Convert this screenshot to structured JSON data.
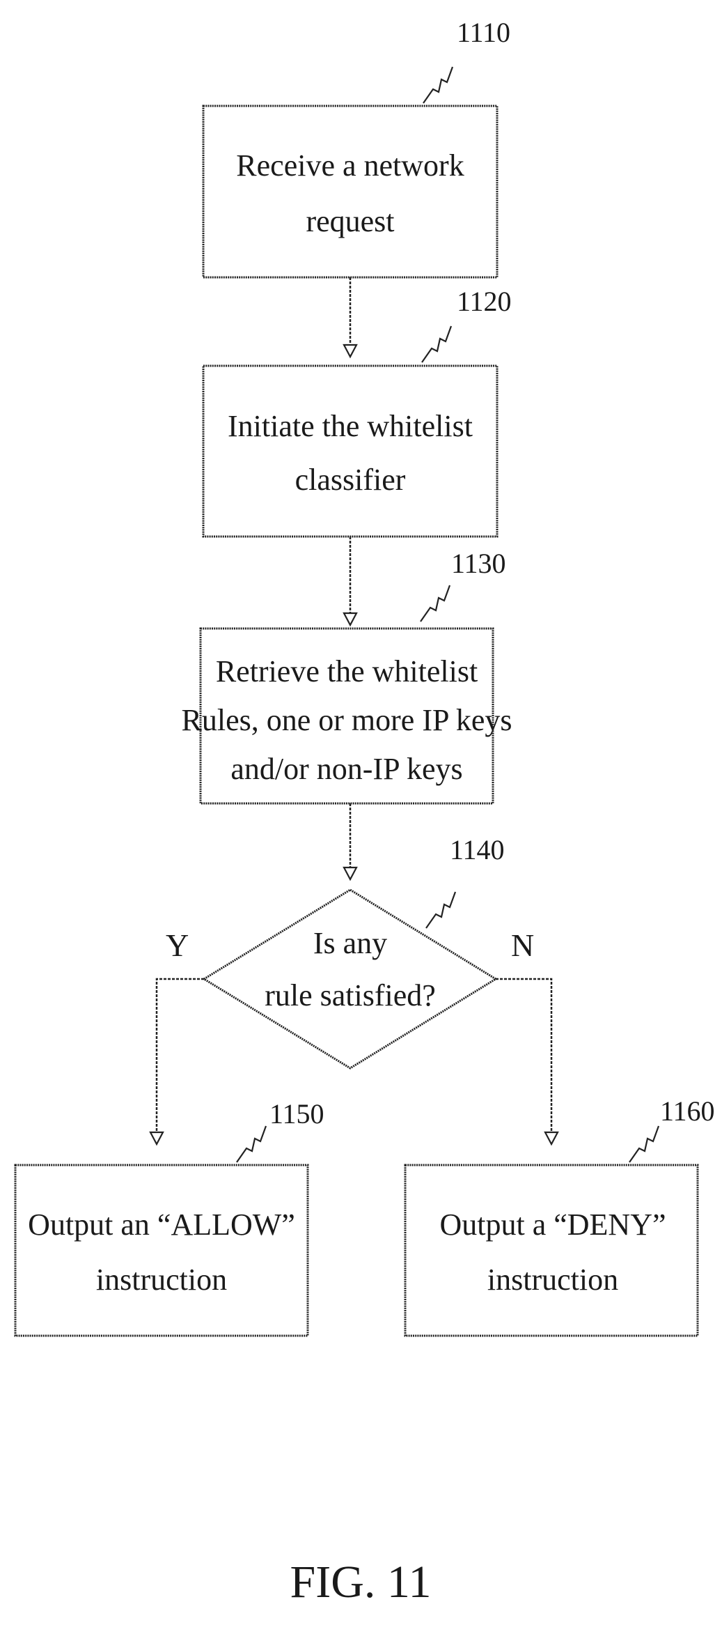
{
  "flowchart": {
    "nodes": [
      {
        "id": "1110",
        "ref": "1110",
        "lines": [
          "Receive a network",
          "request"
        ]
      },
      {
        "id": "1120",
        "ref": "1120",
        "lines": [
          "Initiate the whitelist",
          "classifier"
        ]
      },
      {
        "id": "1130",
        "ref": "1130",
        "lines": [
          "Retrieve the whitelist",
          "Rules, one or more IP keys",
          "and/or non-IP keys"
        ]
      },
      {
        "id": "1140",
        "ref": "1140",
        "lines": [
          "Is any",
          "rule satisfied?"
        ],
        "shape": "diamond"
      },
      {
        "id": "1150",
        "ref": "1150",
        "lines": [
          "Output an “ALLOW”",
          "instruction"
        ]
      },
      {
        "id": "1160",
        "ref": "1160",
        "lines": [
          "Output a “DENY”",
          "instruction"
        ]
      }
    ],
    "edges": [
      {
        "from": "1110",
        "to": "1120"
      },
      {
        "from": "1120",
        "to": "1130"
      },
      {
        "from": "1130",
        "to": "1140"
      },
      {
        "from": "1140",
        "to": "1150",
        "label": "Y"
      },
      {
        "from": "1140",
        "to": "1160",
        "label": "N"
      }
    ]
  },
  "figure_label": "FIG. 11"
}
